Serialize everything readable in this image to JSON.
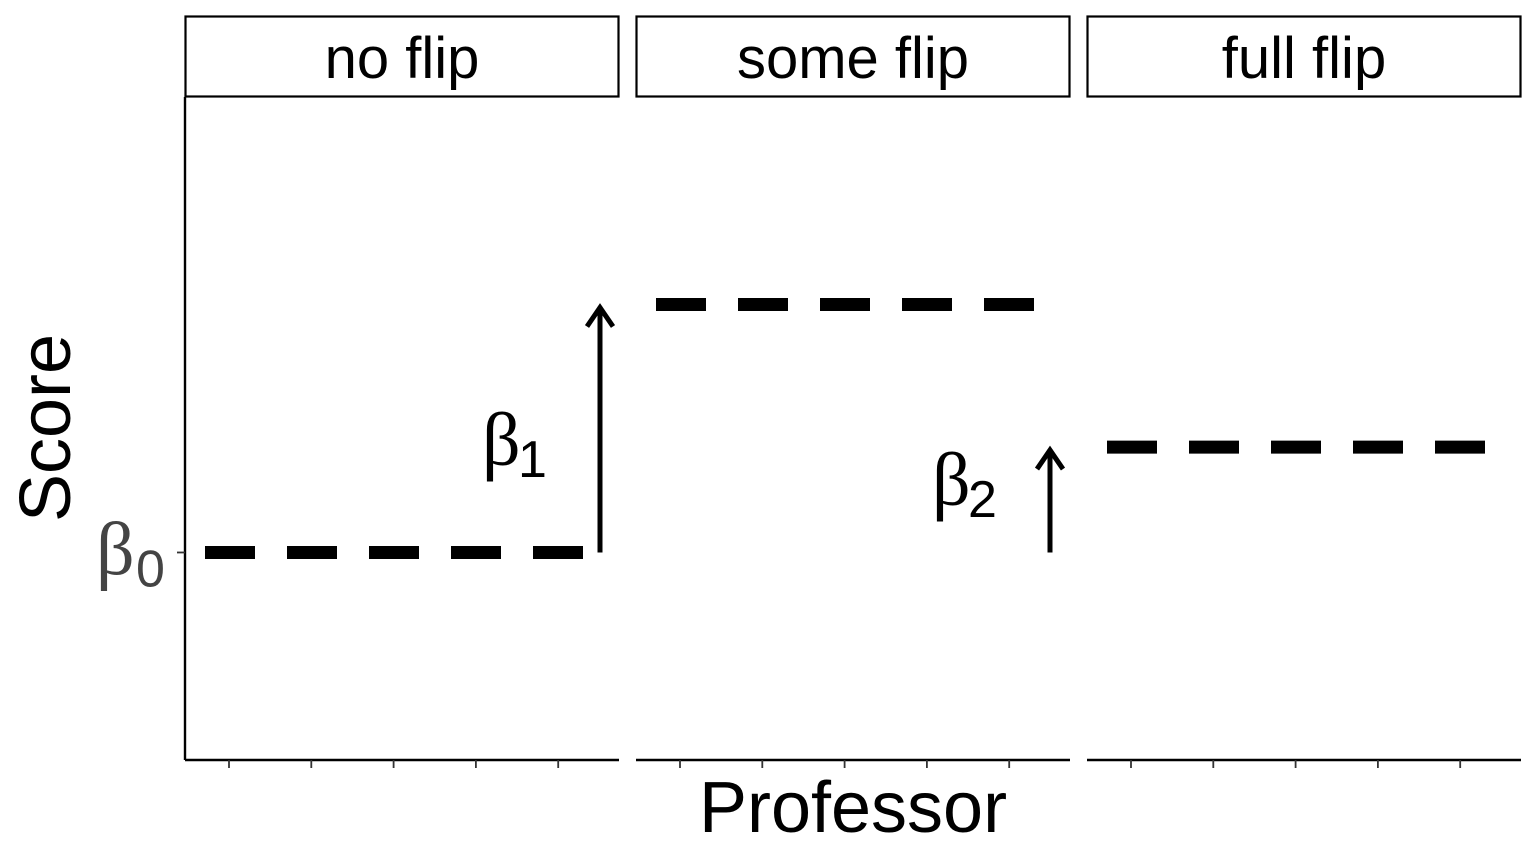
{
  "chart_data": {
    "type": "line",
    "facets": [
      "no flip",
      "some flip",
      "full flip"
    ],
    "xlabel": "Professor",
    "ylabel": "Score",
    "ylim": [
      0,
      10
    ],
    "y_ticks": [
      {
        "label": "β",
        "sub": "0",
        "value": 3.13
      }
    ],
    "x_ticks_per_panel": 5,
    "series": [
      {
        "panel": "no flip",
        "y": 3.13,
        "style": "dashed"
      },
      {
        "panel": "some flip",
        "y": 6.87,
        "style": "dashed"
      },
      {
        "panel": "full flip",
        "y": 4.72,
        "style": "dashed"
      }
    ],
    "annotations": [
      {
        "panel": "no flip",
        "symbol": "β",
        "sub": "1",
        "arrow_from": 3.13,
        "arrow_to": 6.87
      },
      {
        "panel": "some flip",
        "symbol": "β",
        "sub": "2",
        "arrow_from": 3.13,
        "arrow_to": 4.72
      }
    ]
  }
}
